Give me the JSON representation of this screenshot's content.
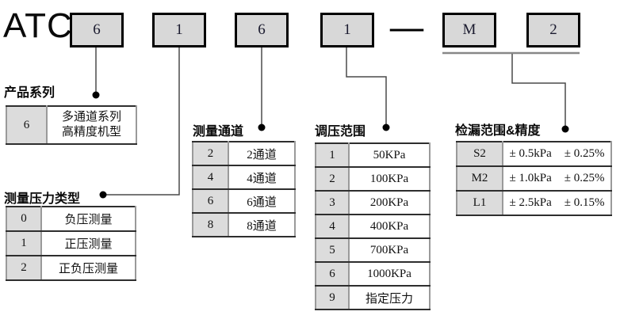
{
  "model_code": {
    "prefix": "ATC",
    "segments": [
      "6",
      "1",
      "6",
      "1",
      "M",
      "2"
    ],
    "separator": "—"
  },
  "product_series": {
    "title": "产品系列",
    "rows": [
      {
        "code": "6",
        "value": "多通道系列\n高精度机型"
      }
    ]
  },
  "pressure_type": {
    "title": "测量压力类型",
    "rows": [
      {
        "code": "0",
        "value": "负压测量"
      },
      {
        "code": "1",
        "value": "正压测量"
      },
      {
        "code": "2",
        "value": "正负压测量"
      }
    ]
  },
  "channels": {
    "title": "测量通道",
    "rows": [
      {
        "code": "2",
        "value": "2通道"
      },
      {
        "code": "4",
        "value": "4通道"
      },
      {
        "code": "6",
        "value": "6通道"
      },
      {
        "code": "8",
        "value": "8通道"
      }
    ]
  },
  "pressure_range": {
    "title": "调压范围",
    "rows": [
      {
        "code": "1",
        "value": "50KPa"
      },
      {
        "code": "2",
        "value": "100KPa"
      },
      {
        "code": "3",
        "value": "200KPa"
      },
      {
        "code": "4",
        "value": "400KPa"
      },
      {
        "code": "5",
        "value": "700KPa"
      },
      {
        "code": "6",
        "value": "1000KPa"
      },
      {
        "code": "9",
        "value": "指定压力"
      }
    ]
  },
  "leak_range": {
    "title": "检漏范围&精度",
    "rows": [
      {
        "code": "S2",
        "range": "± 0.5kPa",
        "accuracy": "± 0.25%"
      },
      {
        "code": "M2",
        "range": "± 1.0kPa",
        "accuracy": "± 0.25%"
      },
      {
        "code": "L1",
        "range": "± 2.5kPa",
        "accuracy": "± 0.15%"
      }
    ]
  },
  "colors": {
    "box_fill": "#d8d8d8",
    "box_border": "#000000",
    "leader_line": "#4a4a4a",
    "code_cell_fill": "#dcdcdc"
  }
}
